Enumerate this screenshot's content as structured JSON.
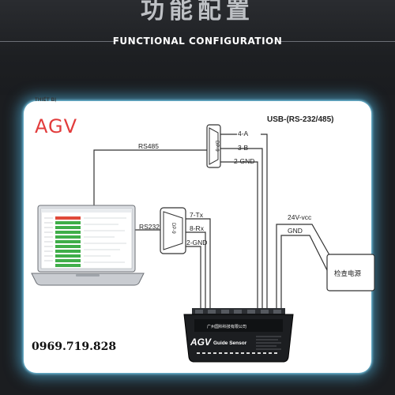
{
  "header": {
    "title_cn": "功能配置",
    "title_en": "FUNCTIONAL CONFIGURATION"
  },
  "brand": {
    "small_label": "THIẾT BỊ",
    "logo": "AGV",
    "logo_color": "#e23c3c"
  },
  "diagram": {
    "usb_label": "USB-(RS-232/485)",
    "rs485_label": "RS485",
    "rs232_label": "RS232",
    "db9_top_label": "DP-9",
    "db9_bottom_label": "DP-9",
    "top_pins": [
      "4-A",
      "3-B",
      "2-GND"
    ],
    "bottom_pins": [
      "7-Tx",
      "8-Rx",
      "2-GND"
    ],
    "power_labels": [
      "24V-vcc",
      "GND"
    ],
    "power_box_label": "检查电源",
    "sensor": {
      "company": "广州国科科技有限公司",
      "name": "AGV",
      "name_sub": "Guide Sensor"
    }
  },
  "contact": {
    "phone": "0969.719.828"
  },
  "colors": {
    "glow": "#5acdff",
    "background": "#1b1d20"
  }
}
